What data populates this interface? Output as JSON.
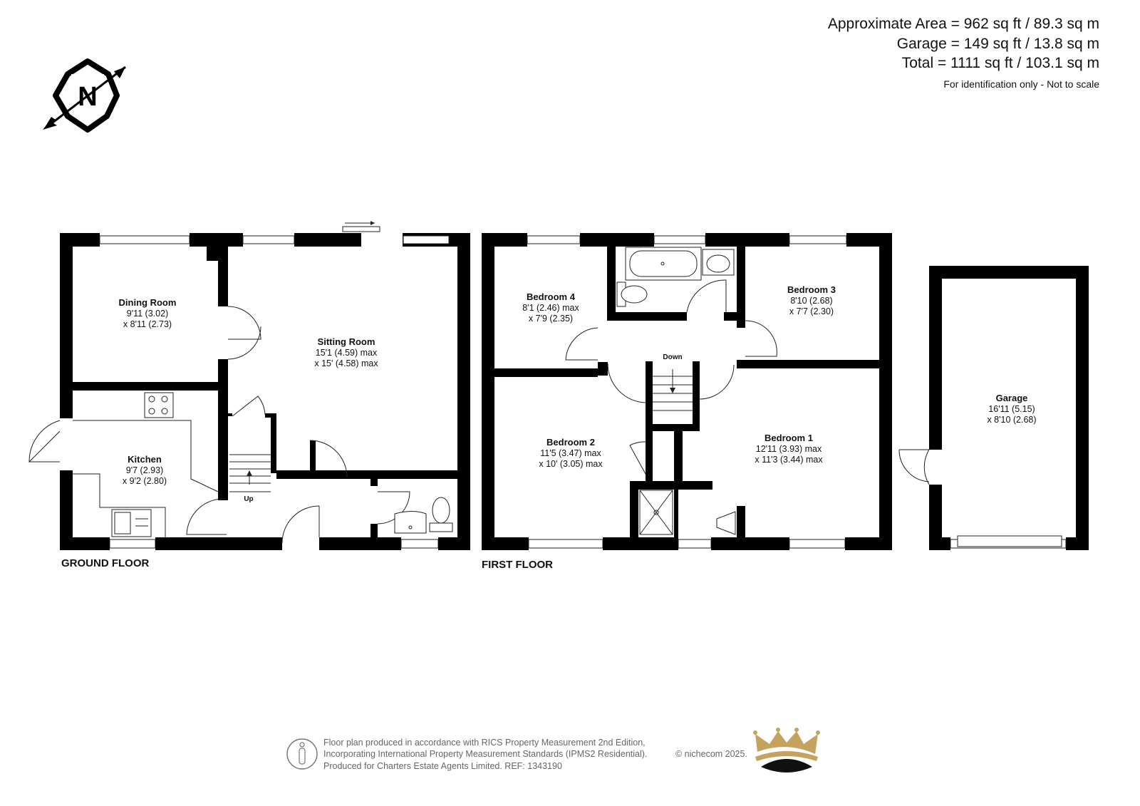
{
  "areas": {
    "approximate": "Approximate Area = 962 sq ft / 89.3 sq m",
    "garage": "Garage = 149 sq ft / 13.8 sq m",
    "total": "Total = 1111 sq ft / 103.1 sq m",
    "note": "For identification only - Not to scale"
  },
  "compass": {
    "letter": "N",
    "icon": "north-arrow-icon"
  },
  "floors": {
    "ground": "GROUND FLOOR",
    "first": "FIRST FLOOR"
  },
  "stairs": {
    "up": "Up",
    "down": "Down"
  },
  "rooms": {
    "dining": {
      "name": "Dining Room",
      "dim1": "9'11 (3.02)",
      "dim2": "x 8'11 (2.73)"
    },
    "sitting": {
      "name": "Sitting Room",
      "dim1": "15'1 (4.59) max",
      "dim2": "x 15' (4.58) max"
    },
    "kitchen": {
      "name": "Kitchen",
      "dim1": "9'7 (2.93)",
      "dim2": "x 9'2 (2.80)"
    },
    "bedroom4": {
      "name": "Bedroom 4",
      "dim1": "8'1 (2.46) max",
      "dim2": "x 7'9 (2.35)"
    },
    "bedroom3": {
      "name": "Bedroom 3",
      "dim1": "8'10 (2.68)",
      "dim2": "x 7'7 (2.30)"
    },
    "bedroom2": {
      "name": "Bedroom 2",
      "dim1": "11'5 (3.47) max",
      "dim2": "x 10' (3.05) max"
    },
    "bedroom1": {
      "name": "Bedroom 1",
      "dim1": "12'11 (3.93) max",
      "dim2": "x 11'3 (3.44) max"
    },
    "garage": {
      "name": "Garage",
      "dim1": "16'11 (5.15)",
      "dim2": "x 8'10 (2.68)"
    }
  },
  "footer": {
    "line1": "Floor plan produced in accordance with RICS Property Measurement 2nd Edition,",
    "line2": "Incorporating International Property Measurement Standards (IPMS2 Residential).",
    "line3": "Produced for Charters Estate Agents Limited.   REF: 1343190",
    "credit": "© nichecom 2025.",
    "logo_icon": "crown-logo-icon",
    "person_icon": "person-icon"
  }
}
